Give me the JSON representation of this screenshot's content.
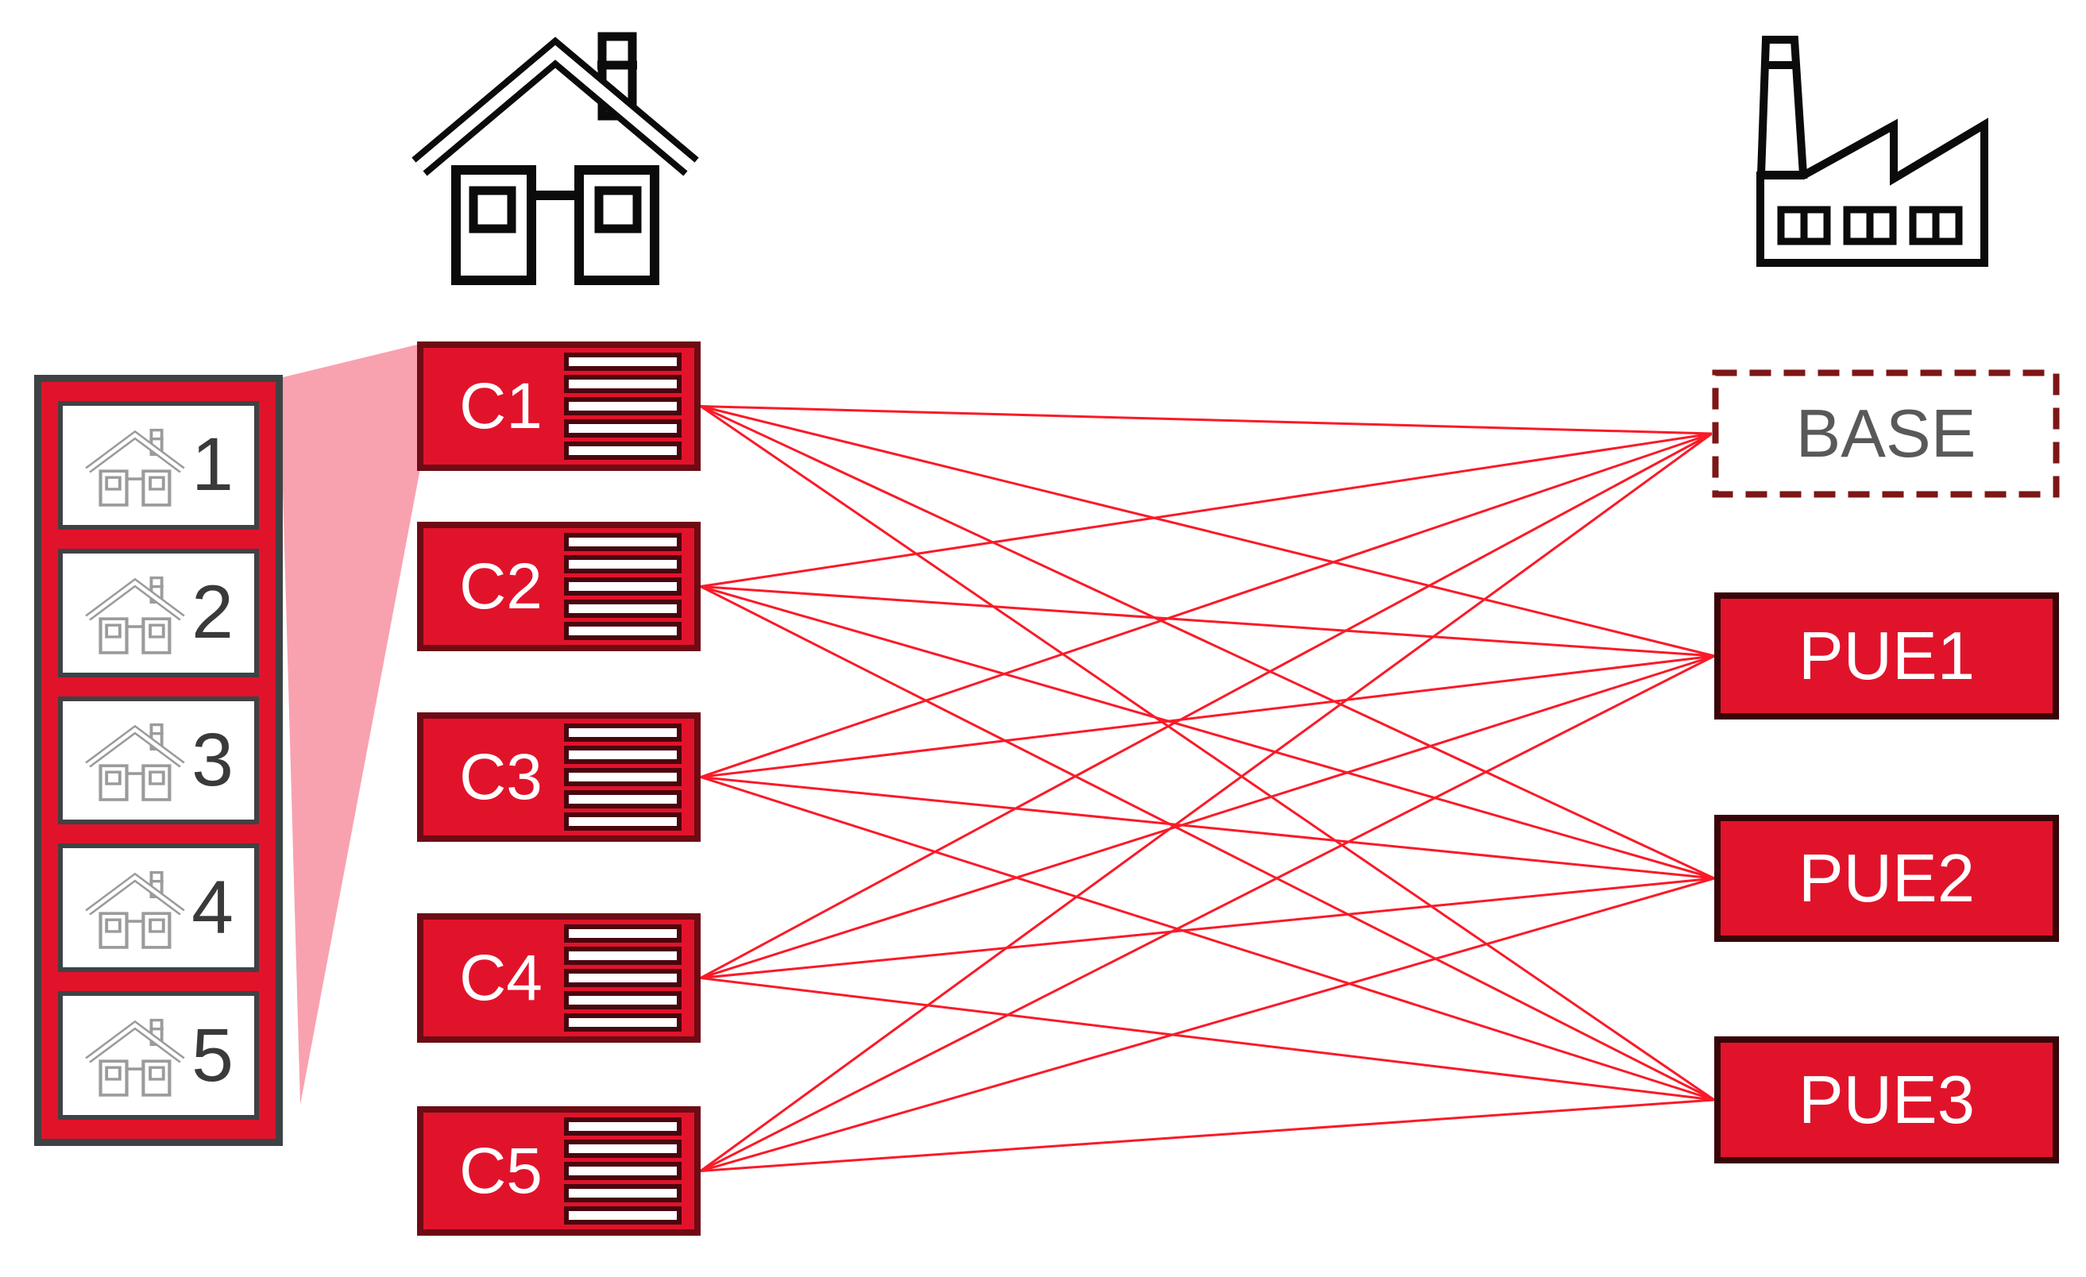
{
  "palette": {
    "red": "#E1132B",
    "pink": "#F8A2AF",
    "line": "#FA1A28",
    "cluster_border": "#6E0B14",
    "stripe_border": "#4A060E",
    "program_border": "#380508",
    "base_border": "#7D1617",
    "panel_border": "#3F4245",
    "number_text": "#3A3A3A",
    "base_text": "#595959"
  },
  "top_icons": {
    "left": "house-icon",
    "right": "factory-icon"
  },
  "households_panel": {
    "items": [
      {
        "icon": "house-icon",
        "label": "1"
      },
      {
        "icon": "house-icon",
        "label": "2"
      },
      {
        "icon": "house-icon",
        "label": "3"
      },
      {
        "icon": "house-icon",
        "label": "4"
      },
      {
        "icon": "house-icon",
        "label": "5"
      }
    ]
  },
  "clusters": [
    {
      "id": "C1",
      "label": "C1"
    },
    {
      "id": "C2",
      "label": "C2"
    },
    {
      "id": "C3",
      "label": "C3"
    },
    {
      "id": "C4",
      "label": "C4"
    },
    {
      "id": "C5",
      "label": "C5"
    }
  ],
  "programs": [
    {
      "id": "BASE",
      "label": "BASE",
      "variant": "dashed"
    },
    {
      "id": "PUE1",
      "label": "PUE1",
      "variant": "solid"
    },
    {
      "id": "PUE2",
      "label": "PUE2",
      "variant": "solid"
    },
    {
      "id": "PUE3",
      "label": "PUE3",
      "variant": "solid"
    }
  ],
  "edges": [
    [
      "C1",
      "BASE"
    ],
    [
      "C1",
      "PUE1"
    ],
    [
      "C1",
      "PUE2"
    ],
    [
      "C1",
      "PUE3"
    ],
    [
      "C2",
      "BASE"
    ],
    [
      "C2",
      "PUE1"
    ],
    [
      "C2",
      "PUE2"
    ],
    [
      "C2",
      "PUE3"
    ],
    [
      "C3",
      "BASE"
    ],
    [
      "C3",
      "PUE1"
    ],
    [
      "C3",
      "PUE2"
    ],
    [
      "C3",
      "PUE3"
    ],
    [
      "C4",
      "BASE"
    ],
    [
      "C4",
      "PUE1"
    ],
    [
      "C4",
      "PUE2"
    ],
    [
      "C4",
      "PUE3"
    ],
    [
      "C5",
      "BASE"
    ],
    [
      "C5",
      "PUE1"
    ],
    [
      "C5",
      "PUE2"
    ],
    [
      "C5",
      "PUE3"
    ]
  ]
}
